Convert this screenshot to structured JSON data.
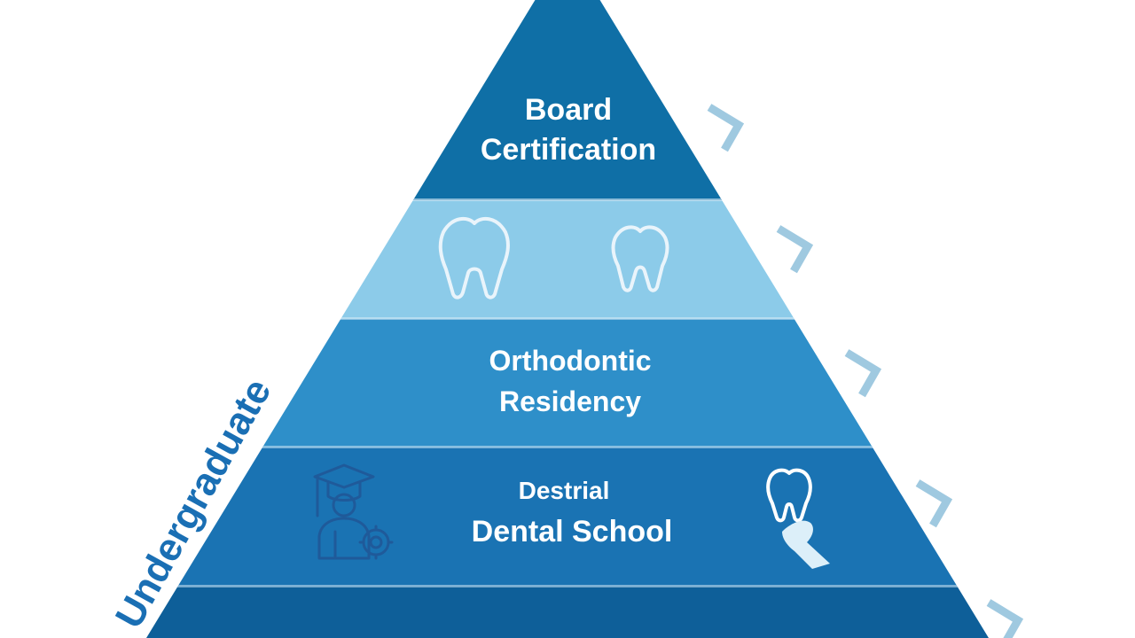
{
  "diagram": {
    "tiers": [
      {
        "id": "board-certification",
        "lines": [
          "Board",
          "Certification"
        ],
        "color": "#0f6fa6"
      },
      {
        "id": "dental-icons",
        "lines": [],
        "color": "#8ccbe9"
      },
      {
        "id": "orthodontic-residency",
        "lines": [
          "Orthodontic",
          "Residency"
        ],
        "color": "#2e8fc9"
      },
      {
        "id": "dental-school",
        "lines": [
          "Destrial",
          "Dental School"
        ],
        "color": "#1a73b3"
      },
      {
        "id": "base",
        "lines": [],
        "color": "#0e5f99"
      }
    ],
    "side_label": "Undergraduate",
    "colors": {
      "chevron": "#9fc9e0",
      "side_label": "#1a6fb4",
      "background": "#ffffff"
    },
    "icons": [
      "tooth-outline-icon",
      "tooth-outline-icon",
      "graduate-student-icon",
      "tooth-in-hand-icon"
    ]
  }
}
